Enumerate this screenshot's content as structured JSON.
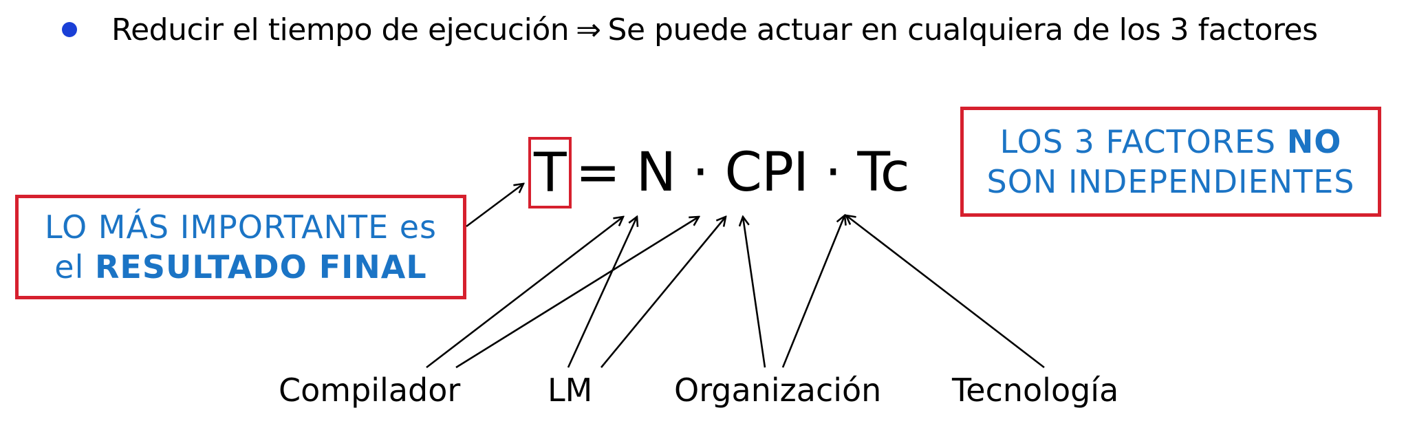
{
  "bullet": {
    "text_left": "Reducir el tiempo de ejecución",
    "arrow_symbol": "⇒",
    "text_right": "Se puede actuar en cualquiera de los 3 factores"
  },
  "formula": {
    "highlighted": "T",
    "rest": "= N · CPI · Tc"
  },
  "note_left": {
    "line1": "LO MÁS IMPORTANTE es",
    "line2_prefix": "el ",
    "line2_bold": "RESULTADO FINAL"
  },
  "note_right": {
    "line1_prefix": "LOS 3 FACTORES ",
    "line1_bold": "NO",
    "line2": "SON INDEPENDIENTES"
  },
  "factors": {
    "compilador": "Compilador",
    "lm": "LM",
    "organizacion": "Organización",
    "tecnologia": "Tecnología"
  },
  "colors": {
    "box_border": "#d6202e",
    "note_text": "#1b74c5",
    "bullet": "#1a3fd6"
  }
}
